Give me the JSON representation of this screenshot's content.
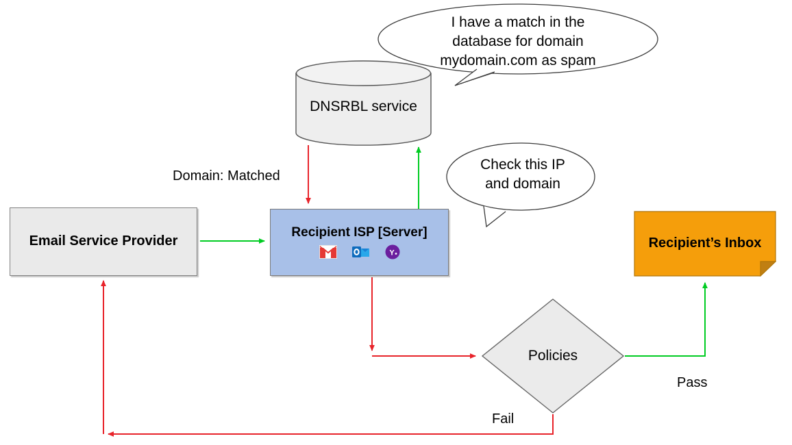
{
  "diagram": {
    "title": "DNSRBL email spam filtering flow",
    "background": "#ffffff",
    "colors": {
      "flow_green": "#00cc22",
      "flow_red": "#e8232a",
      "node_gray_fill": "#eaeaea",
      "node_gray_stroke": "#808080",
      "isp_fill": "#a8c0e8",
      "isp_stroke": "#7a7a7a",
      "inbox_fill": "#f59e0b",
      "inbox_stroke": "#b0760a",
      "text": "#000000"
    }
  },
  "nodes": {
    "esp": {
      "label": "Email Service Provider",
      "shape": "rectangle"
    },
    "isp": {
      "label": "Recipient ISP [Server]",
      "shape": "rectangle",
      "icons": [
        {
          "name": "gmail-icon",
          "title": "Gmail"
        },
        {
          "name": "outlook-icon",
          "title": "Outlook"
        },
        {
          "name": "yahoo-mail-icon",
          "title": "Yahoo Mail"
        }
      ]
    },
    "dnsrbl": {
      "label": "DNSRBL\nservice",
      "shape": "cylinder"
    },
    "policies": {
      "label": "Policies",
      "shape": "diamond"
    },
    "inbox": {
      "label": "Recipient’s Inbox",
      "shape": "note"
    }
  },
  "bubbles": {
    "match": {
      "text": "I have a match in the\ndatabase for domain\nmydomain.com as spam",
      "source": "dnsrbl"
    },
    "check": {
      "text": "Check this IP\nand domain",
      "source": "isp"
    }
  },
  "edges": {
    "esp_to_isp": {
      "label": "",
      "color": "#00cc22"
    },
    "dnsrbl_to_isp": {
      "label": "Domain: Matched",
      "color": "#e8232a"
    },
    "isp_to_dnsrbl": {
      "label": "",
      "color": "#00cc22"
    },
    "isp_to_policies": {
      "label": "",
      "color": "#e8232a"
    },
    "policies_pass_to_inbox": {
      "label": "Pass",
      "color": "#00cc22"
    },
    "policies_fail_to_esp": {
      "label": "Fail",
      "color": "#e8232a"
    }
  }
}
